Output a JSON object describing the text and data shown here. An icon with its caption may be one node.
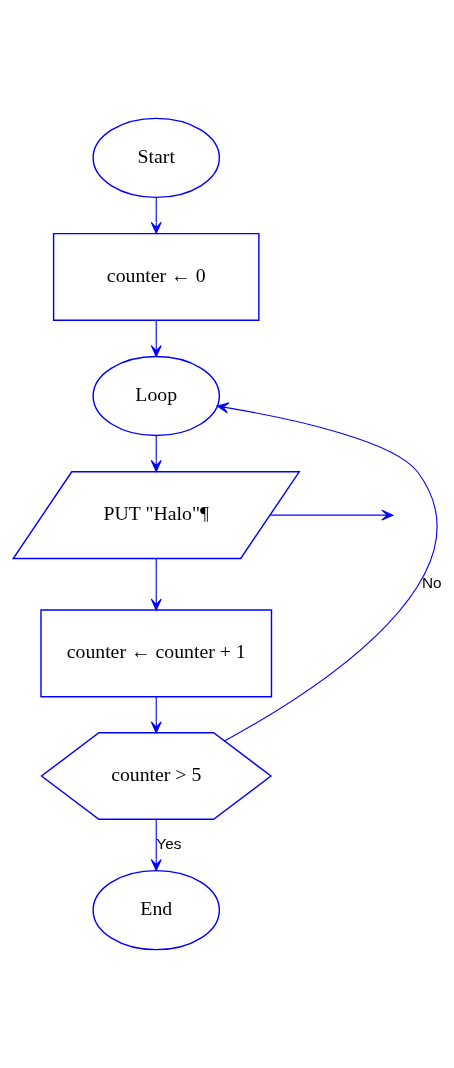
{
  "diagram": {
    "nodes": [
      {
        "text": [
          "Start"
        ]
      },
      {
        "text": [
          "counter ← 0"
        ]
      },
      {
        "text": [
          "Loop"
        ]
      },
      {
        "text": [
          "PUT \"Halo\"¶"
        ]
      },
      {
        "text": [
          "counter ← counter + 1"
        ]
      },
      {
        "text": [
          "counter > 5"
        ]
      },
      {
        "text": [
          "End"
        ]
      }
    ],
    "edges": [
      {
        "from": 0,
        "to": 1,
        "arrow": "to"
      },
      {
        "from": 1,
        "to": 2,
        "arrow": "to"
      },
      {
        "from": 2,
        "to": 3,
        "arrow": "to"
      },
      {
        "from": 3,
        "to": 4,
        "arrow": "to"
      },
      {
        "from": 4,
        "to": 5,
        "arrow": "to"
      },
      {
        "from": 5,
        "to": 6,
        "label": "Yes",
        "arrow": "to"
      },
      {
        "from": 5,
        "to": 2,
        "label": "No",
        "arrow": "to"
      },
      {
        "from": 3,
        "to": null,
        "arrow": "to"
      }
    ]
  }
}
